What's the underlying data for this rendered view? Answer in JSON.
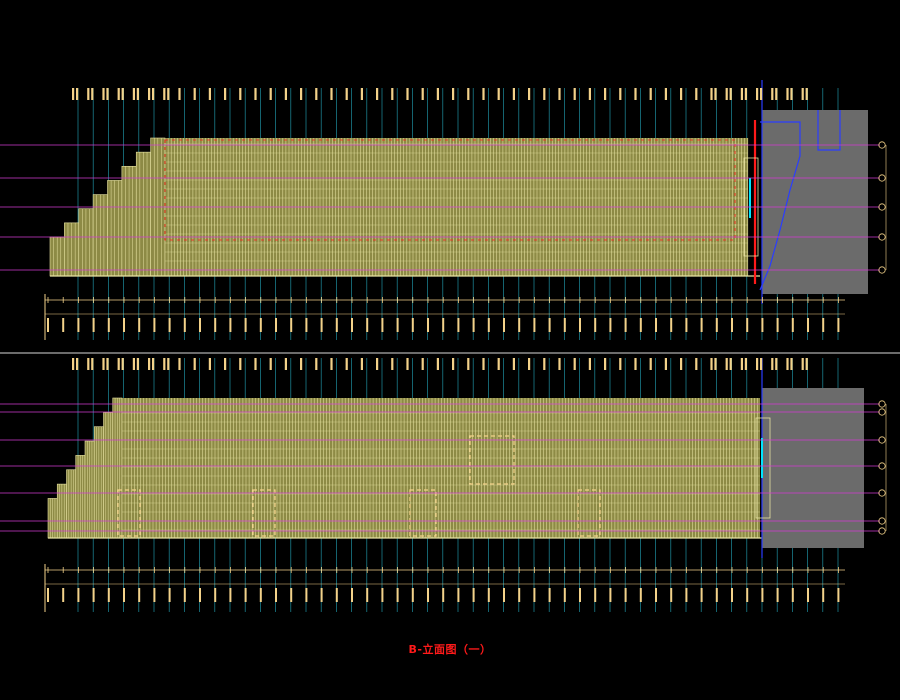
{
  "drawing": {
    "title": "B-立面图（一）",
    "colors": {
      "background": "#000000",
      "grid_axis": "#1f8fa0",
      "level_line": "#d23ad2",
      "facade_fill": "#8d8a45",
      "mullion": "#e8e3a2",
      "dimension": "#f3d28a",
      "structure_fill": "#6b6b6b",
      "edge_line": "#2a3dff",
      "highlight_red": "#ff1a1a",
      "cyan_mark": "#00e5ff"
    },
    "views": [
      {
        "name": "elevation-upper",
        "has_openings": false
      },
      {
        "name": "elevation-lower",
        "has_openings": true
      }
    ]
  }
}
